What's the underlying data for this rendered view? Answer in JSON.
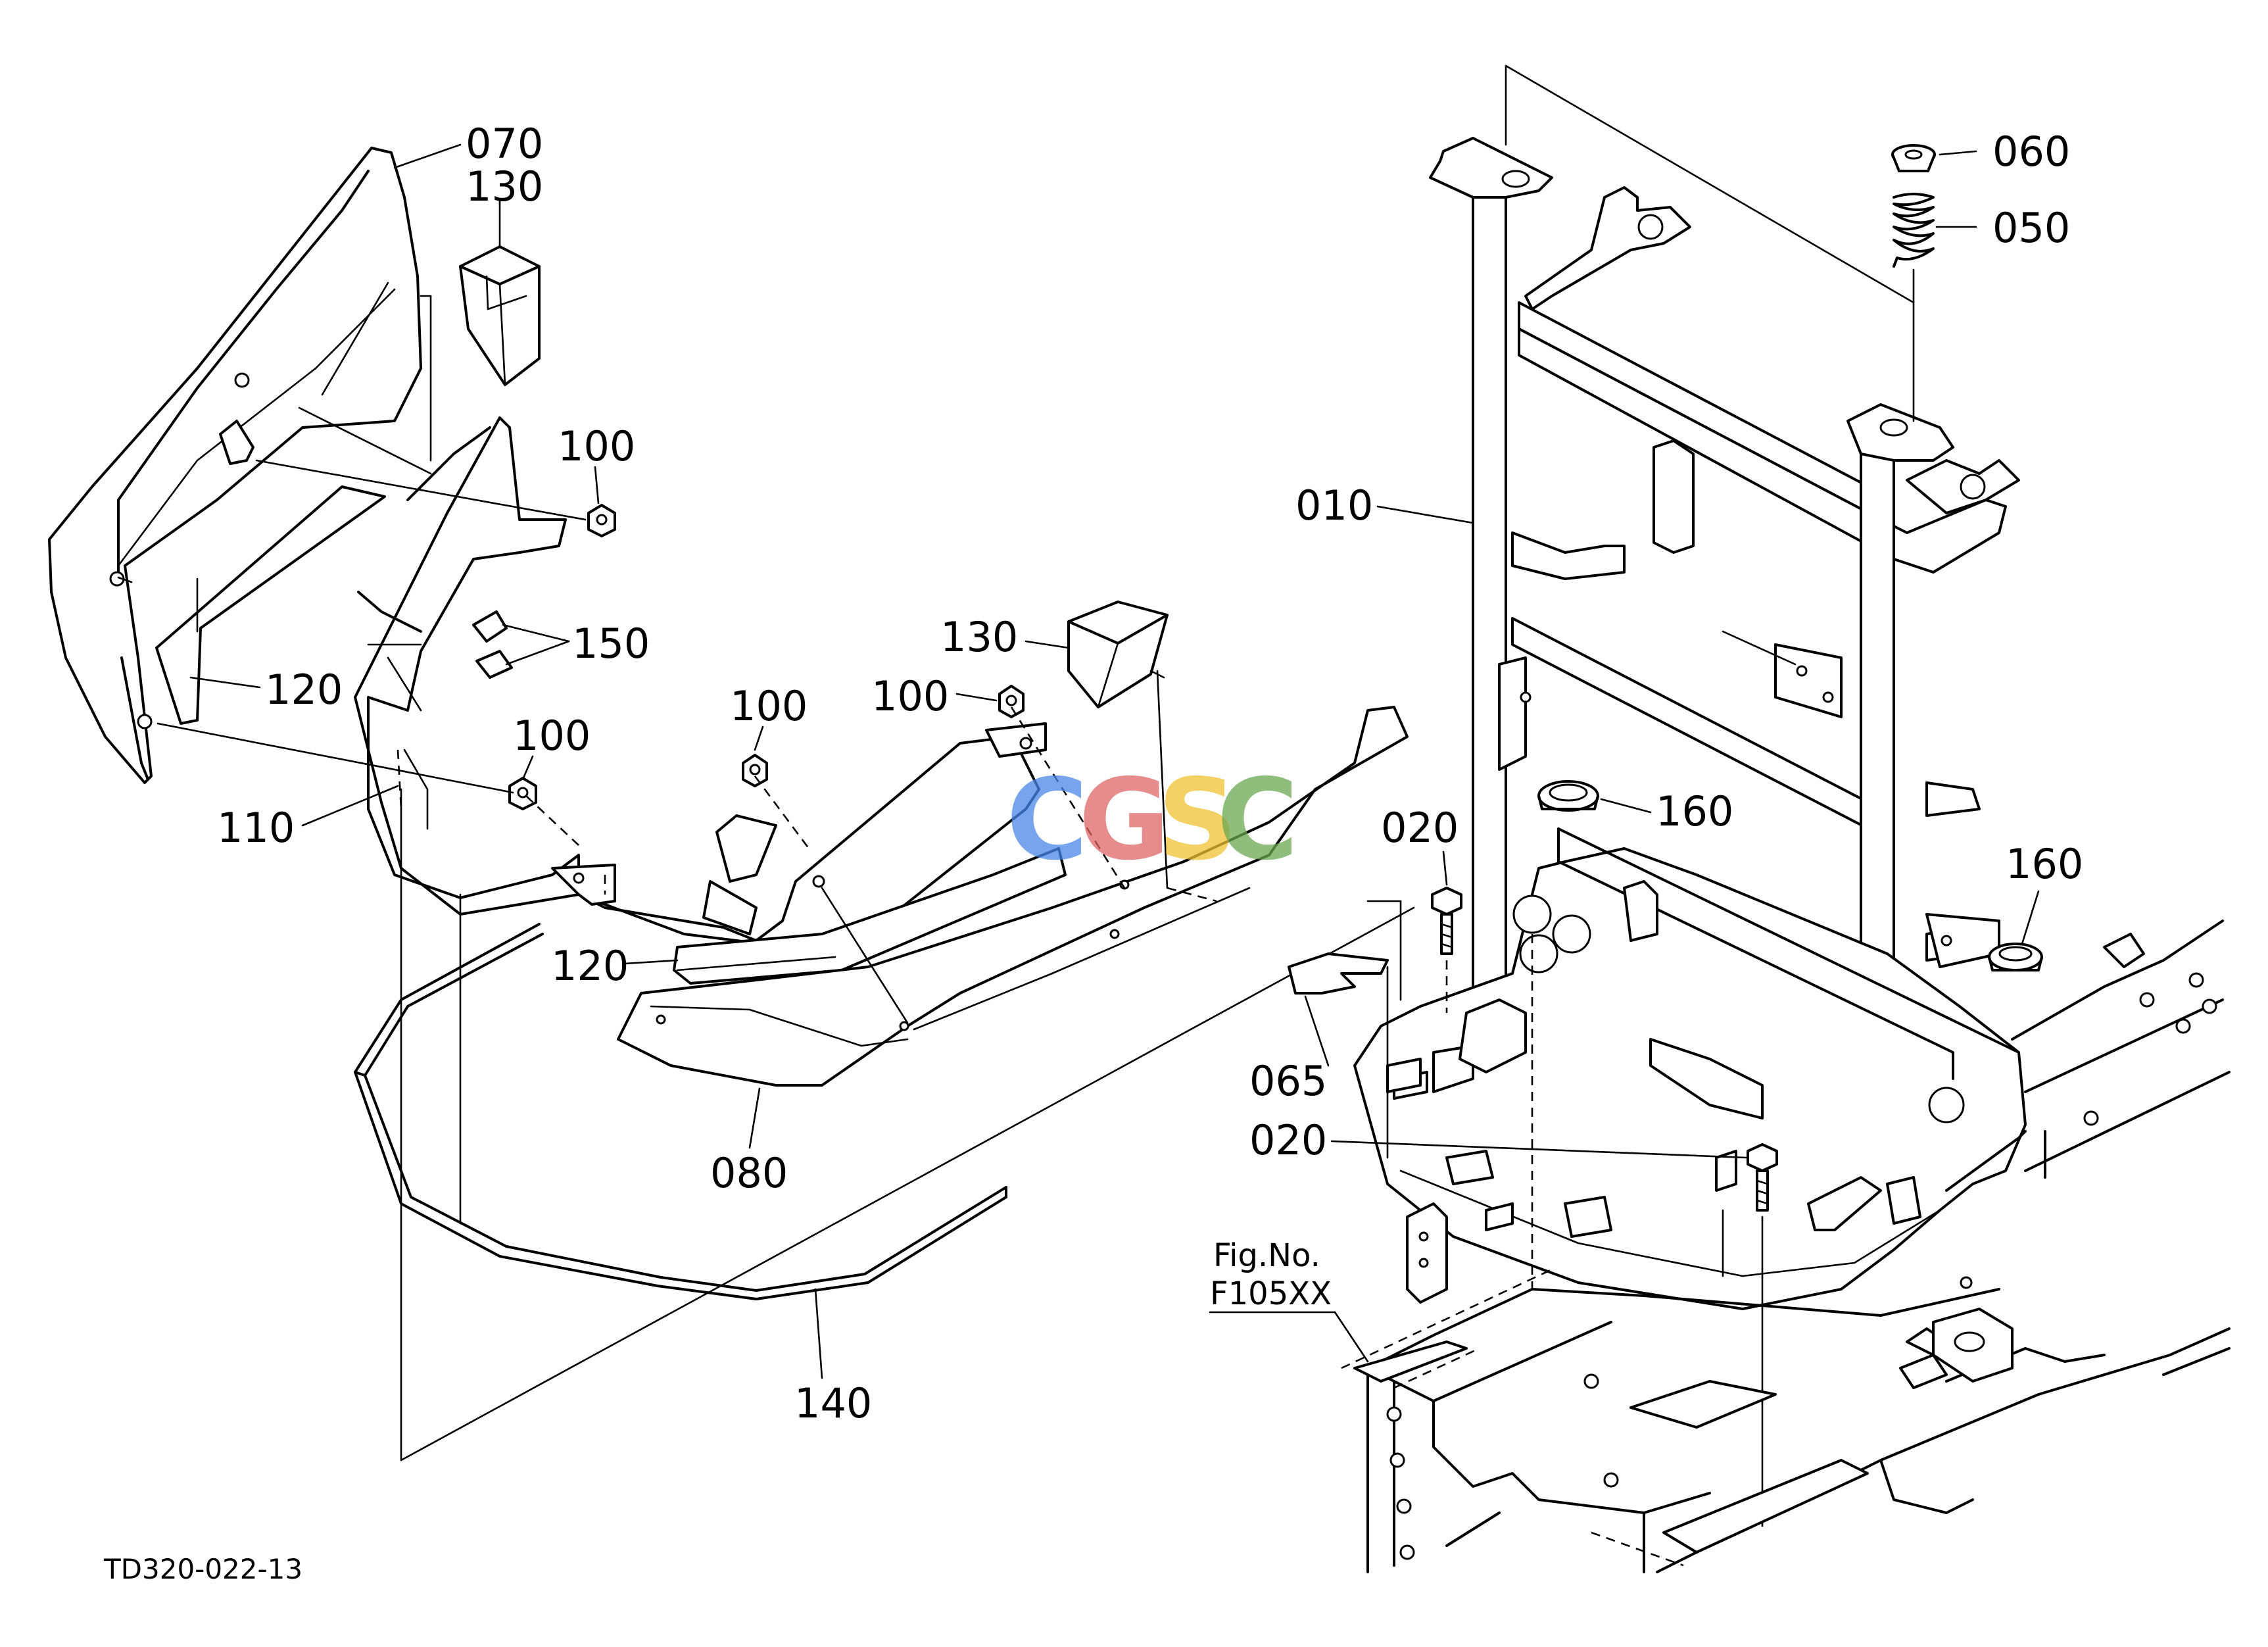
{
  "callouts": {
    "c070": "070",
    "c130_top": "130",
    "c100_a": "100",
    "c150": "150",
    "c120_a": "120",
    "c100_b": "100",
    "c110": "110",
    "c100_c": "100",
    "c100_d": "100",
    "c130_mid": "130",
    "c120_b": "120",
    "c080": "080",
    "c140": "140",
    "c010": "010",
    "c060": "060",
    "c050": "050",
    "c020_a": "020",
    "c160_a": "160",
    "c160_b": "160",
    "c065": "065",
    "c020_b": "020"
  },
  "figure_ref": {
    "line1": "Fig.No.",
    "line2": "F105XX"
  },
  "drawing_code": "TD320-022-13",
  "watermark": {
    "letters": [
      "C",
      "G",
      "S",
      "C"
    ],
    "colors": [
      "#4a86e8",
      "#e06666",
      "#f1c232",
      "#6aa84f"
    ]
  }
}
